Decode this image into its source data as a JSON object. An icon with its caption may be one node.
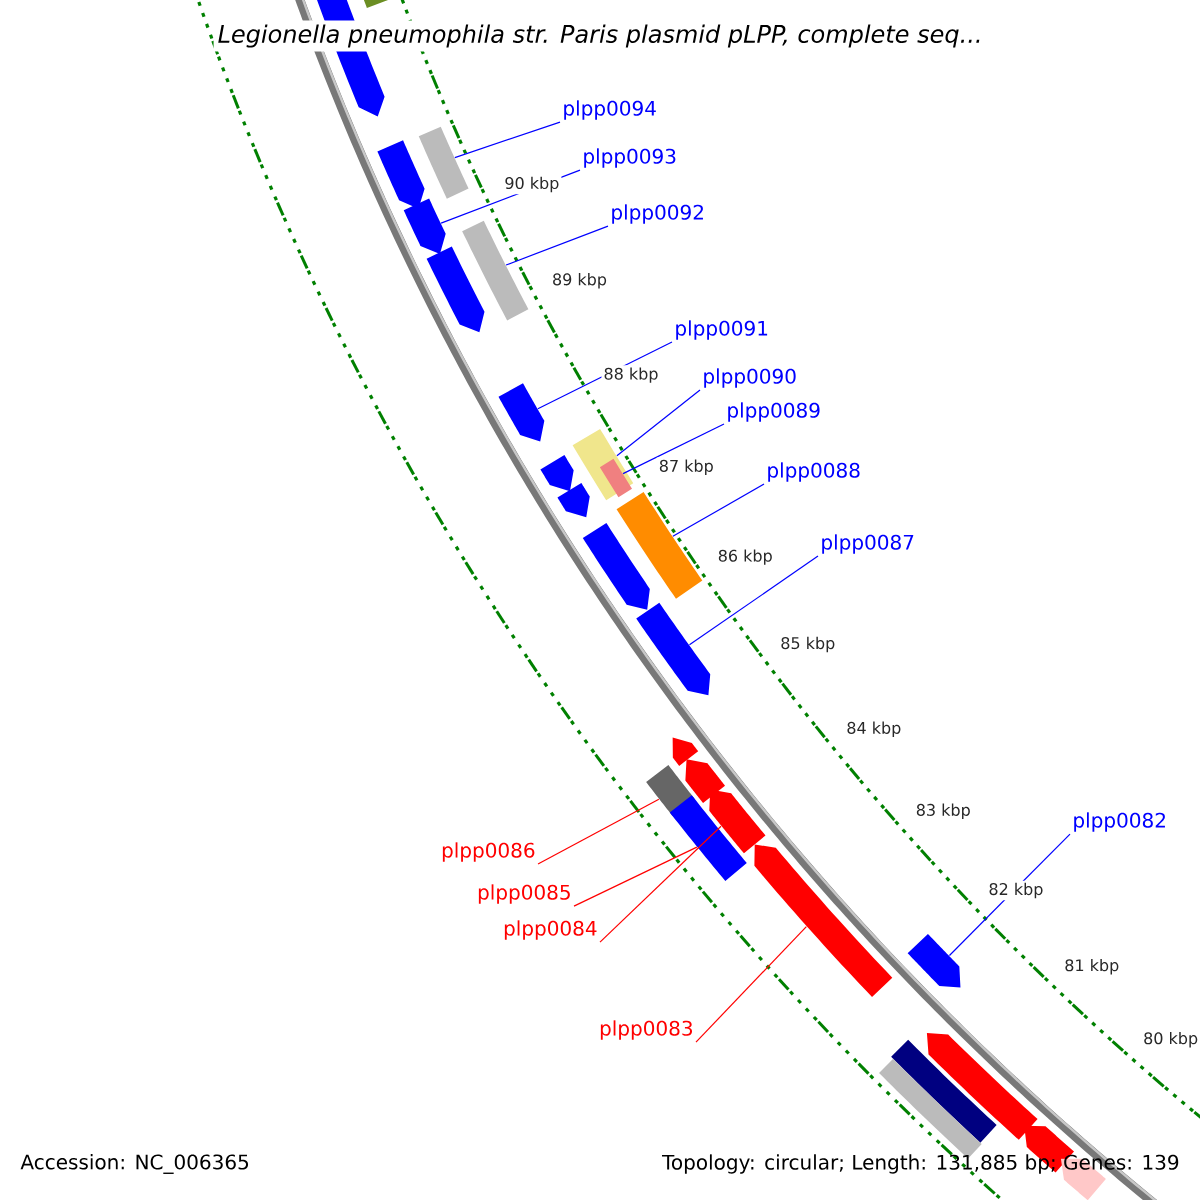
{
  "diagram": {
    "title": "Legionella pneumophila str. Paris plasmid pLPP, complete seq...",
    "nodes": [
      {
        "text": [
          "plpp0094"
        ]
      },
      {
        "text": [
          "plpp0093"
        ]
      },
      {
        "text": [
          "plpp0092"
        ]
      },
      {
        "text": [
          "plpp0091"
        ]
      },
      {
        "text": [
          "plpp0090"
        ]
      },
      {
        "text": [
          "plpp0089"
        ]
      },
      {
        "text": [
          "plpp0088"
        ]
      },
      {
        "text": [
          "plpp0087"
        ]
      },
      {
        "text": [
          "plpp0082"
        ]
      },
      {
        "text": [
          "plpp0086"
        ]
      },
      {
        "text": [
          "plpp0085"
        ]
      },
      {
        "text": [
          "plpp0084"
        ]
      },
      {
        "text": [
          "plpp0083"
        ]
      },
      {
        "text": [],
        "shape": "arrow"
      },
      {
        "text": [],
        "shape": "box"
      },
      {
        "text": [],
        "shape": "arrow"
      },
      {
        "text": [],
        "shape": "arrow"
      },
      {
        "text": [],
        "shape": "arrow"
      },
      {
        "text": [],
        "shape": "box"
      },
      {
        "text": [],
        "shape": "box"
      },
      {
        "text": [],
        "shape": "arrow"
      },
      {
        "text": [],
        "shape": "arrow"
      },
      {
        "text": [],
        "shape": "arrow"
      },
      {
        "text": [],
        "shape": "box"
      },
      {
        "text": [],
        "shape": "box",
        "in": 23
      },
      {
        "text": [],
        "shape": "arrow"
      },
      {
        "text": [],
        "shape": "box"
      },
      {
        "text": [],
        "shape": "arrow"
      },
      {
        "text": [],
        "shape": "arrow"
      },
      {
        "text": [],
        "shape": "arrow"
      },
      {
        "text": [],
        "shape": "arrow"
      },
      {
        "text": [],
        "shape": "arrow"
      },
      {
        "text": [],
        "shape": "arrow"
      },
      {
        "text": [],
        "shape": "box"
      },
      {
        "text": [],
        "shape": "box"
      },
      {
        "text": [],
        "shape": "arrow"
      },
      {
        "text": [],
        "shape": "arrow"
      },
      {
        "text": [],
        "shape": "arrow"
      },
      {
        "text": [],
        "shape": "box"
      },
      {
        "text": [],
        "shape": "box"
      }
    ],
    "edges": [
      {
        "from": 0,
        "to": 18,
        "arrow": "none"
      },
      {
        "from": 1,
        "to": 16,
        "arrow": "none"
      },
      {
        "from": 2,
        "to": 19,
        "arrow": "none"
      },
      {
        "from": 3,
        "to": 20,
        "arrow": "none"
      },
      {
        "from": 4,
        "to": 23,
        "arrow": "none"
      },
      {
        "from": 5,
        "to": 24,
        "arrow": "none"
      },
      {
        "from": 6,
        "to": 26,
        "arrow": "none"
      },
      {
        "from": 7,
        "to": 27,
        "arrow": "none"
      },
      {
        "from": 8,
        "to": 28,
        "arrow": "none"
      },
      {
        "from": 9,
        "to": 33,
        "arrow": "none",
        "color": "#ff0000"
      },
      {
        "from": 10,
        "to": 34,
        "arrow": "none",
        "color": "#ff0000"
      },
      {
        "from": 11,
        "to": 31,
        "arrow": "none",
        "color": "#ff0000"
      },
      {
        "from": 12,
        "to": 32,
        "arrow": "none",
        "color": "#ff0000"
      }
    ],
    "labels": [
      "90 kbp",
      "89 kbp",
      "88 kbp",
      "87 kbp",
      "86 kbp",
      "85 kbp",
      "84 kbp",
      "83 kbp",
      "82 kbp",
      "81 kbp",
      "80 kbp",
      "Accession: NC_006365",
      "Topology: circular; Length: 131,885 bp; Genes: 139"
    ]
  }
}
